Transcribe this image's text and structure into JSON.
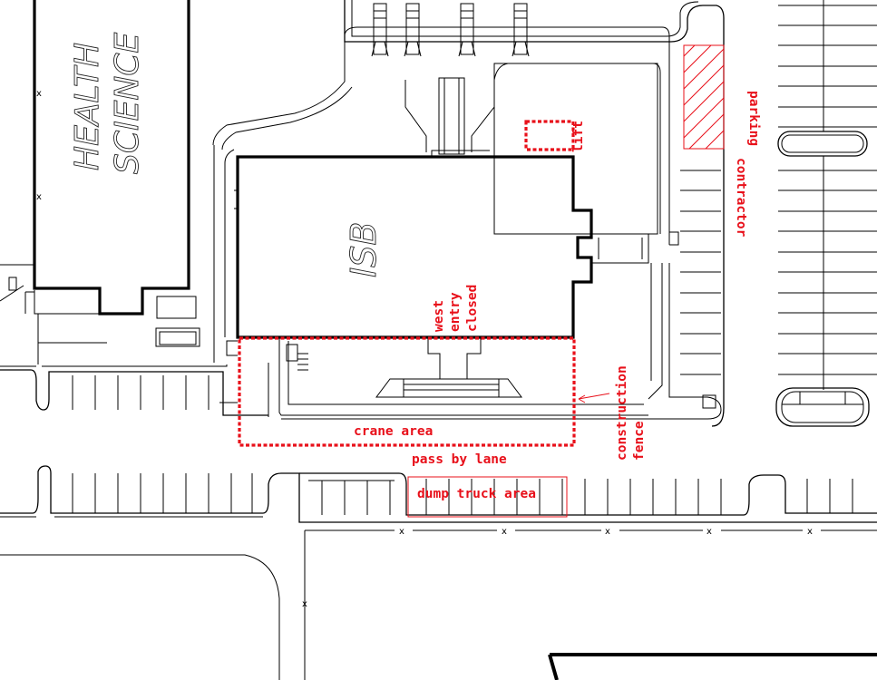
{
  "buildings": {
    "health_science_line1": "HEALTH",
    "health_science_line2": "SCIENCE",
    "isb": "ISB"
  },
  "annotations": {
    "lift": "lift",
    "contractor_line1": "contractor",
    "contractor_line2": "parking",
    "west_entry_line1": "west",
    "west_entry_line2": "entry",
    "west_entry_line3": "closed",
    "construction_line1": "construction",
    "construction_line2": "fence",
    "crane_area": "crane area",
    "pass_by_lane": "pass by lane",
    "dump_truck_area": "dump truck area"
  },
  "fence_marker": "x",
  "colors": {
    "annotation_red": "#e8101a",
    "linework": "#000000",
    "background": "#ffffff"
  }
}
